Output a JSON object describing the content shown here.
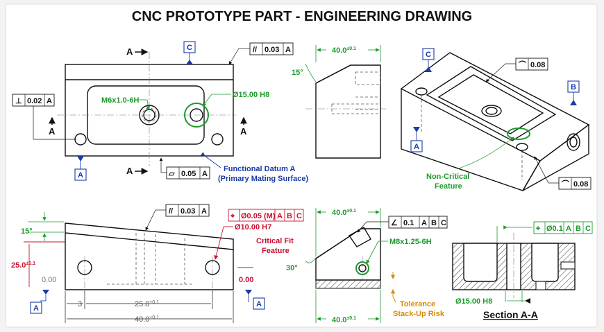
{
  "title": "CNC PROTOTYPE PART - ENGINEERING DRAWING",
  "fcf": {
    "perp": {
      "sym": "⊥",
      "val": "0.02",
      "ref": "A"
    },
    "par_top": {
      "sym": "//",
      "val": "0.03",
      "ref": "A"
    },
    "flat": {
      "sym": "▱",
      "val": "0.05",
      "ref": "A"
    },
    "par_side": {
      "sym": "//",
      "val": "0.03",
      "ref": "A"
    },
    "pos_red": {
      "sym": "⌖",
      "val": "Ø0.05 (M)",
      "r1": "A",
      "r2": "B",
      "r3": "C"
    },
    "angle": {
      "sym": "∠",
      "val": "0.1",
      "r1": "A",
      "r2": "B",
      "r3": "C"
    },
    "pos_sec": {
      "sym": "⌖",
      "val": "Ø0.1",
      "r1": "A",
      "r2": "B",
      "r3": "C"
    },
    "prof1": {
      "sym": "⌒",
      "val": "0.08"
    },
    "prof2": {
      "sym": "⌒",
      "val": "0.08"
    }
  },
  "datums": {
    "A": "A",
    "B": "B",
    "C": "C"
  },
  "labels": {
    "section_arrow": "A",
    "thread_m6": "M6x1.0-6H",
    "bore_15": "Ø15.00 H8",
    "func_datum_1": "Functional Datum A",
    "func_datum_2": "(Primary Mating Surface)",
    "non_critical_1": "Non-Critical",
    "non_critical_2": "Feature",
    "hole_10": "Ø10.00 H7",
    "critical_1": "Critical Fit",
    "critical_2": "Feature",
    "thread_m8": "M8x1.25-6H",
    "tol_1": "Tolerance",
    "tol_2": "Stack-Up Risk",
    "bore_15b": "Ø15.00 H8",
    "section_title": "Section A-A"
  },
  "dims": {
    "w40": "40.0",
    "tol01": "±0.1",
    "ang15": "15°",
    "ang30": "30°",
    "h25": "25.0",
    "zero": "0.00",
    "d3": "3",
    "d25": "25.0"
  }
}
